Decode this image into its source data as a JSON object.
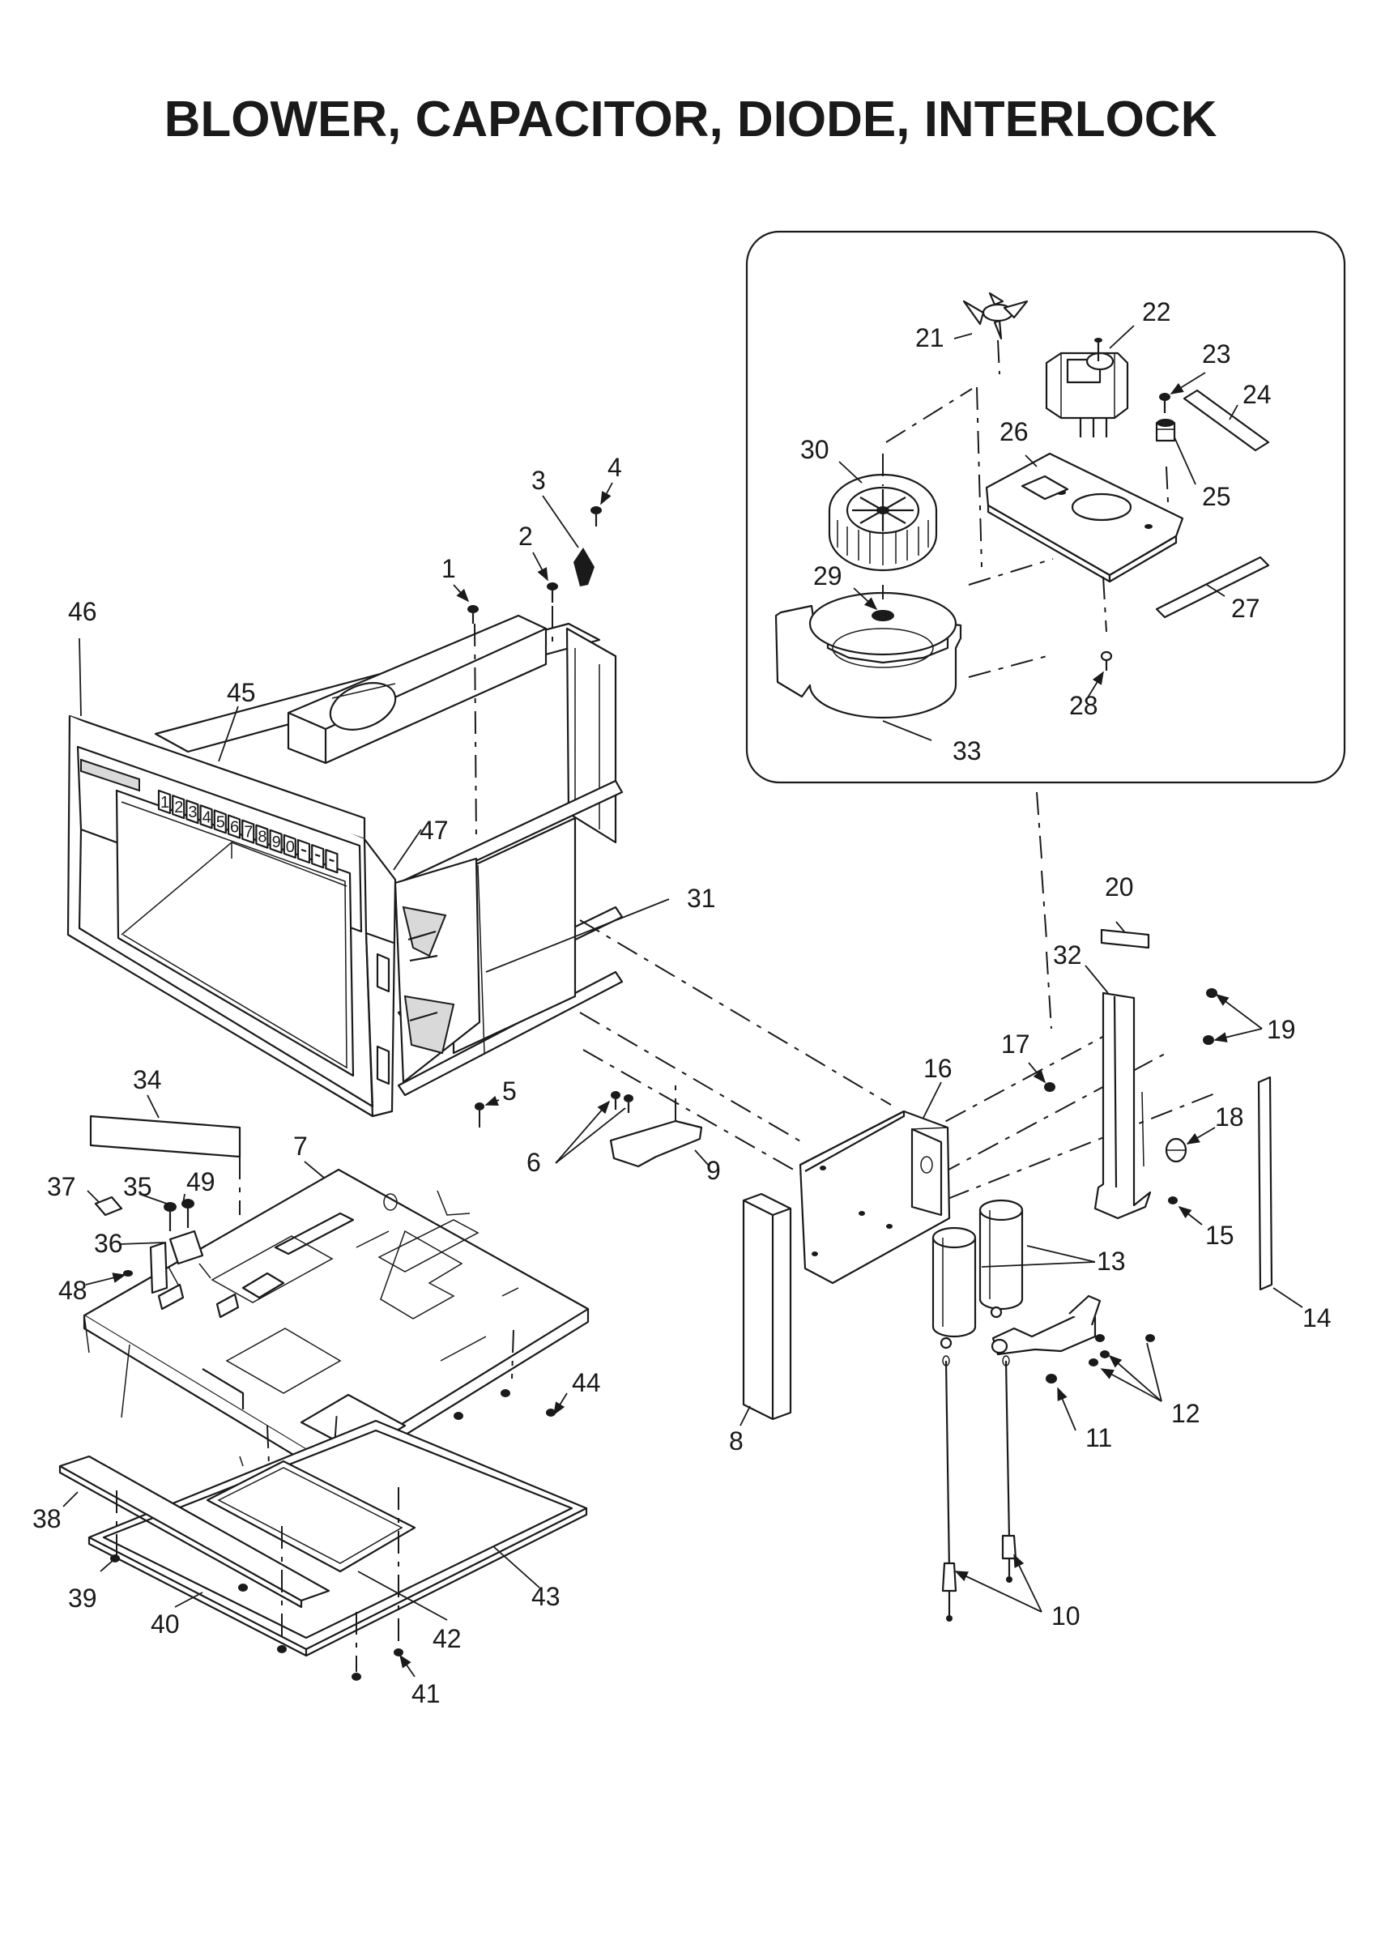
{
  "title": "BLOWER, CAPACITOR, DIODE, INTERLOCK",
  "callouts": [
    "1",
    "2",
    "3",
    "4",
    "5",
    "6",
    "7",
    "8",
    "9",
    "10",
    "11",
    "12",
    "13",
    "14",
    "15",
    "16",
    "17",
    "18",
    "19",
    "20",
    "21",
    "22",
    "23",
    "24",
    "25",
    "26",
    "27",
    "28",
    "29",
    "30",
    "31",
    "32",
    "33",
    "34",
    "35",
    "36",
    "37",
    "38",
    "39",
    "40",
    "41",
    "42",
    "43",
    "44",
    "45",
    "46",
    "47",
    "48",
    "49"
  ],
  "keypad_labels": [
    "1",
    "2",
    "3",
    "4",
    "5",
    "6",
    "7",
    "8",
    "9",
    "0"
  ]
}
